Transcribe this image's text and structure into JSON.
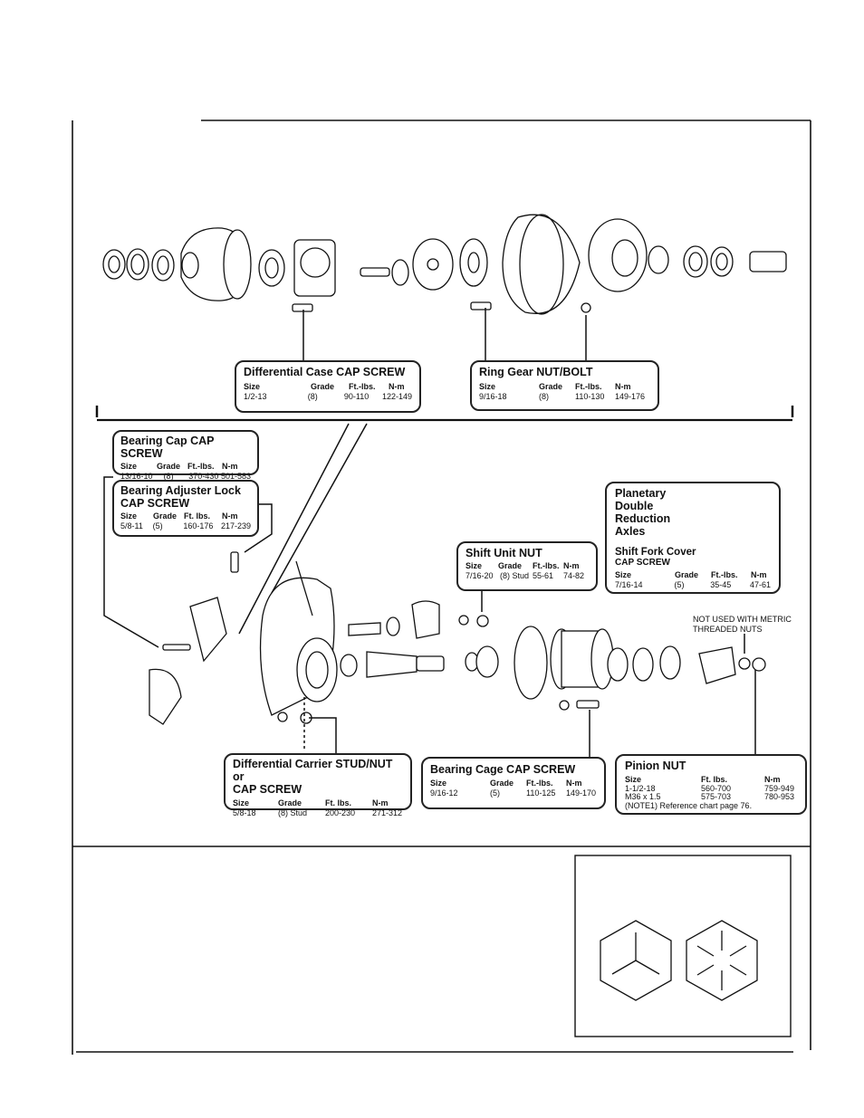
{
  "callouts": {
    "diff_case": {
      "title": "Differential Case CAP SCREW",
      "headers": [
        "Size",
        "Grade",
        "Ft.-lbs.",
        "N-m"
      ],
      "values": [
        "1/2-13",
        "(8)",
        "90-110",
        "122-149"
      ]
    },
    "ring_gear": {
      "title": "Ring Gear NUT/BOLT",
      "headers": [
        "Size",
        "Grade",
        "Ft.-lbs.",
        "N-m"
      ],
      "values": [
        "9/16-18",
        "(8)",
        "110-130",
        "149-176"
      ]
    },
    "bearing_cap": {
      "title": "Bearing Cap CAP SCREW",
      "headers": [
        "Size",
        "Grade",
        "Ft.-lbs.",
        "N-m"
      ],
      "values": [
        "13/16-10",
        "(8)",
        "370-430",
        "501-583"
      ]
    },
    "bearing_adjuster": {
      "title_line1": "Bearing Adjuster Lock",
      "title_line2": "CAP SCREW",
      "headers": [
        "Size",
        "Grade",
        "Ft. lbs.",
        "N-m"
      ],
      "values": [
        "5/8-11",
        "(5)",
        "160-176",
        "217-239"
      ]
    },
    "planetary": {
      "lines": [
        "Planetary",
        "Double",
        "Reduction",
        "Axles"
      ],
      "subtitle_line1": "Shift Fork Cover",
      "subtitle_line2": "CAP SCREW",
      "headers": [
        "Size",
        "Grade",
        "Ft.-lbs.",
        "N-m"
      ],
      "values": [
        "7/16-14",
        "(5)",
        "35-45",
        "47-61"
      ]
    },
    "shift_unit": {
      "title": "Shift Unit NUT",
      "headers": [
        "Size",
        "Grade",
        "Ft.-lbs.",
        "N-m"
      ],
      "values": [
        "7/16-20",
        "(8) Stud",
        "55-61",
        "74-82"
      ]
    },
    "diff_carrier": {
      "title_line1": "Differential Carrier STUD/NUT or",
      "title_line2": "CAP SCREW",
      "headers": [
        "Size",
        "Grade",
        "Ft. lbs.",
        "N-m"
      ],
      "values": [
        "5/8-18",
        "(8) Stud",
        "200-230",
        "271-312"
      ]
    },
    "bearing_cage": {
      "title": "Bearing Cage CAP SCREW",
      "headers": [
        "Size",
        "Grade",
        "Ft.-lbs.",
        "N-m"
      ],
      "values": [
        "9/16-12",
        "(5)",
        "110-125",
        "149-170"
      ]
    },
    "pinion": {
      "title": "Pinion NUT",
      "headers": [
        "Size",
        "Ft. lbs.",
        "N-m"
      ],
      "rows": [
        [
          "1-1/2-18",
          "560-700",
          "759-949"
        ],
        [
          "M36 x 1.5",
          "575-703",
          "780-953"
        ]
      ],
      "note": "(NOTE1) Reference chart page 76."
    }
  },
  "annotations": {
    "metric_note_line1": "NOT USED  WITH METRIC",
    "metric_note_line2": "THREADED NUTS"
  },
  "colors": {
    "ink": "#111111",
    "paper": "#ffffff",
    "shade": "#8a8a8a"
  }
}
